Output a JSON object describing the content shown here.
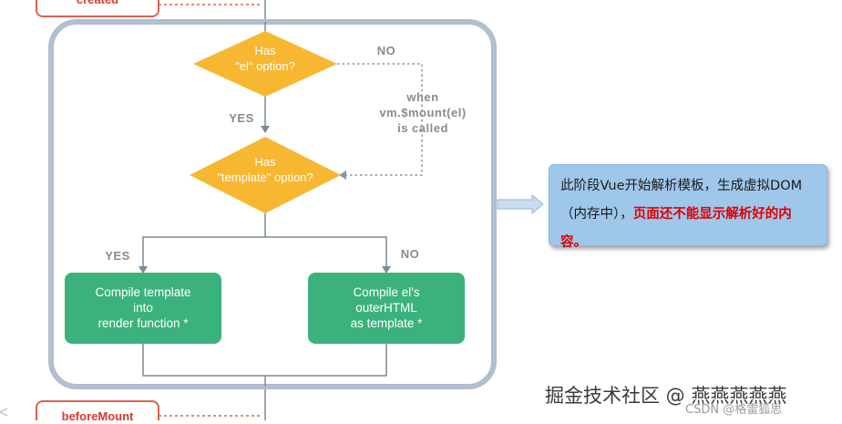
{
  "hooks": {
    "created": "created",
    "before_mount": "beforeMount"
  },
  "nodes": {
    "el_option": {
      "line1": "Has",
      "line2": "\"el\" option?"
    },
    "template_option": {
      "line1": "Has",
      "line2": "\"template\" option?"
    },
    "compile_template": {
      "line1": "Compile template",
      "line2": "into",
      "line3": "render function *"
    },
    "compile_outer": {
      "line1": "Compile el's",
      "line2": "outerHTML",
      "line3": "as template *"
    }
  },
  "edges": {
    "el_no": "NO",
    "el_yes": "YES",
    "mount_line1": "when",
    "mount_line2": "vm.$mount(el)",
    "mount_line3": "is called",
    "template_yes": "YES",
    "template_no": "NO"
  },
  "note": {
    "part_plain": "此阶段Vue开始解析模板，生成虚拟DOM（内存中），",
    "part_red": "页面还不能显示解析好的内容。"
  },
  "watermark": {
    "text": "掘金技术社区 @ 燕燕燕燕燕",
    "csdn": "CSDN @格雷狐思"
  },
  "colors": {
    "diamond": "#f7b731",
    "box": "#3bb27c",
    "hook_border": "#e0614f",
    "note_bg": "#9ec7ea",
    "connector": "#7a8a96"
  }
}
